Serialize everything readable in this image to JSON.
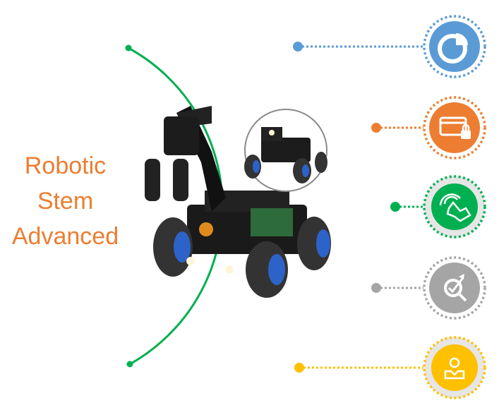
{
  "title": {
    "lines": [
      "Robotic",
      "Stem",
      "Advanced"
    ],
    "color": "#ED7D31"
  },
  "arc_color": "#00B050",
  "nodes": [
    {
      "name": "pie-chart-icon",
      "color": "#5B9BD5"
    },
    {
      "name": "credit-card-lock-icon",
      "color": "#ED7D31"
    },
    {
      "name": "touch-hand-icon",
      "color": "#00B050"
    },
    {
      "name": "search-target-icon",
      "color": "#A5A5A5"
    },
    {
      "name": "user-icon",
      "color": "#FFC000"
    }
  ]
}
